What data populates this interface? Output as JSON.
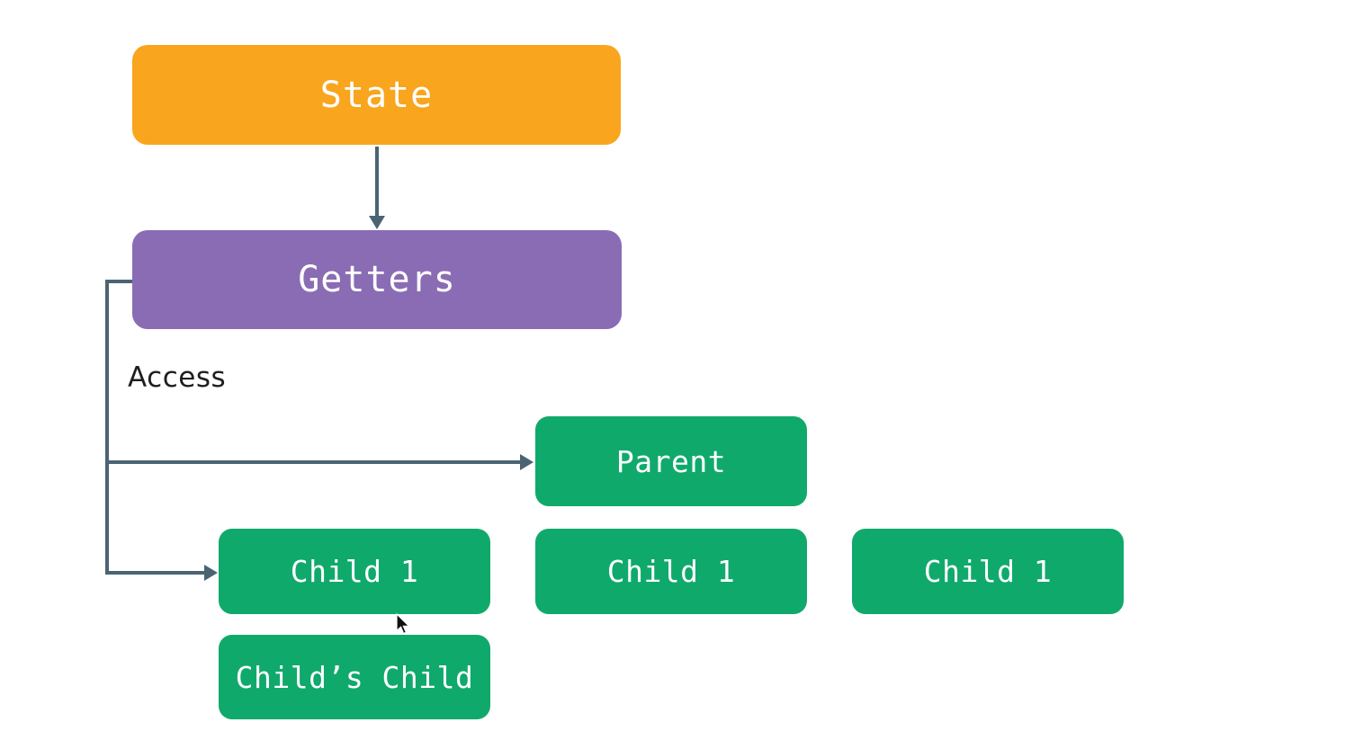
{
  "diagram": {
    "nodes": {
      "state": {
        "label": "State",
        "fill": "#F9A51D",
        "text_color": "#FFFFFF"
      },
      "getters": {
        "label": "Getters",
        "fill": "#8A6CB4",
        "text_color": "#FFFFFF"
      },
      "parent": {
        "label": "Parent",
        "fill": "#10A96C",
        "text_color": "#FFFFFF"
      },
      "child1_left": {
        "label": "Child 1",
        "fill": "#10A96C",
        "text_color": "#FFFFFF"
      },
      "child1_mid": {
        "label": "Child 1",
        "fill": "#10A96C",
        "text_color": "#FFFFFF"
      },
      "child1_right": {
        "label": "Child 1",
        "fill": "#10A96C",
        "text_color": "#FFFFFF"
      },
      "childs_child": {
        "label": "Child’s Child",
        "fill": "#10A96C",
        "text_color": "#FFFFFF"
      }
    },
    "access_label": "Access",
    "edges": [
      {
        "from": "State",
        "to": "Getters",
        "type": "straight-arrow-down"
      },
      {
        "from": "Getters",
        "to": "Parent",
        "type": "elbow-arrow-right",
        "label": "Access"
      },
      {
        "from": "Getters",
        "to": "Child 1",
        "type": "elbow-arrow-right",
        "label": "Access"
      }
    ],
    "colors": {
      "background": "#FFFFFF",
      "connector": "#4B6473",
      "access_text": "#1F1F1F",
      "cursor_fill": "#111111",
      "cursor_outline": "#FFFFFF"
    }
  }
}
